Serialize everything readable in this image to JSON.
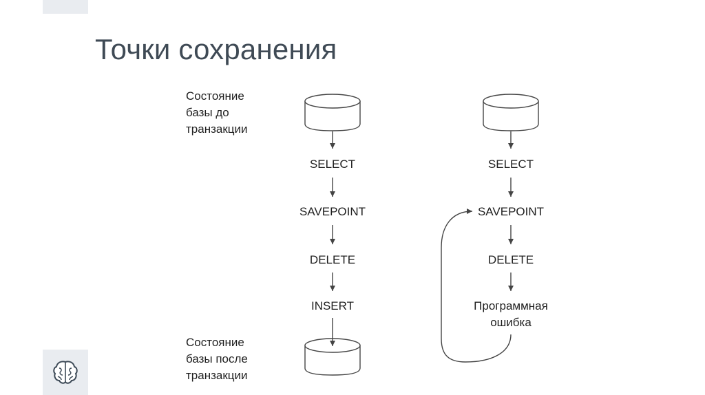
{
  "slide": {
    "title": "Точки сохранения"
  },
  "labels": {
    "state_before": "Состояние\nбазы до\nтранзакции",
    "state_after": "Состояние\nбазы после\nтранзакции"
  },
  "left_flow": {
    "steps": [
      "SELECT",
      "SAVEPOINT",
      "DELETE",
      "INSERT"
    ]
  },
  "right_flow": {
    "steps": [
      "SELECT",
      "SAVEPOINT",
      "DELETE",
      "Программная\nошибка"
    ]
  },
  "icons": {
    "logo": "brain-icon",
    "database": "database-cylinder-icon"
  }
}
